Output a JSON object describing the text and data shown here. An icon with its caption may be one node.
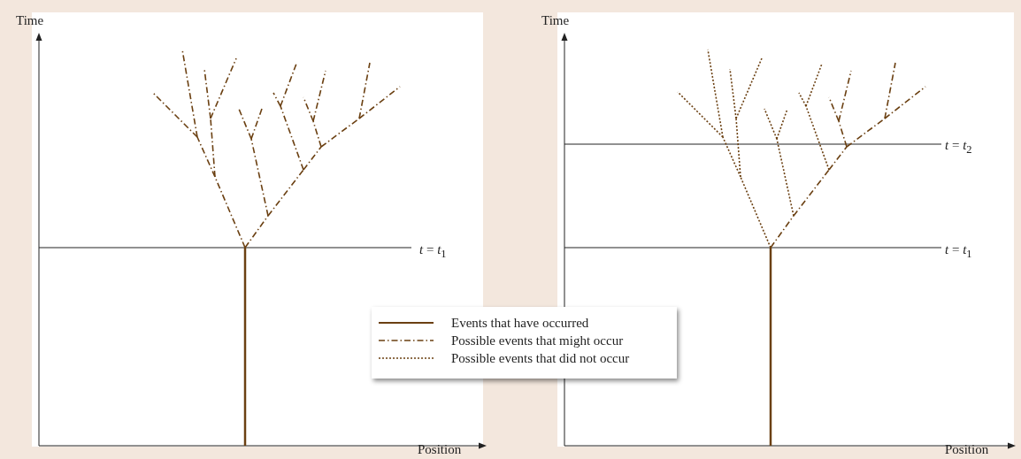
{
  "diagram": {
    "labels": [
      "Time",
      "Time",
      "*t* = *t*$_{2}$",
      "*t* = *t*$_{1}$",
      "*t* = *t*$_{1}$",
      "Position",
      "Position"
    ],
    "legend": [
      {
        "text": "Events that have occurred"
      },
      {
        "text": "Possible events that might occur"
      },
      {
        "text": "Possible events that did not occur"
      }
    ]
  }
}
